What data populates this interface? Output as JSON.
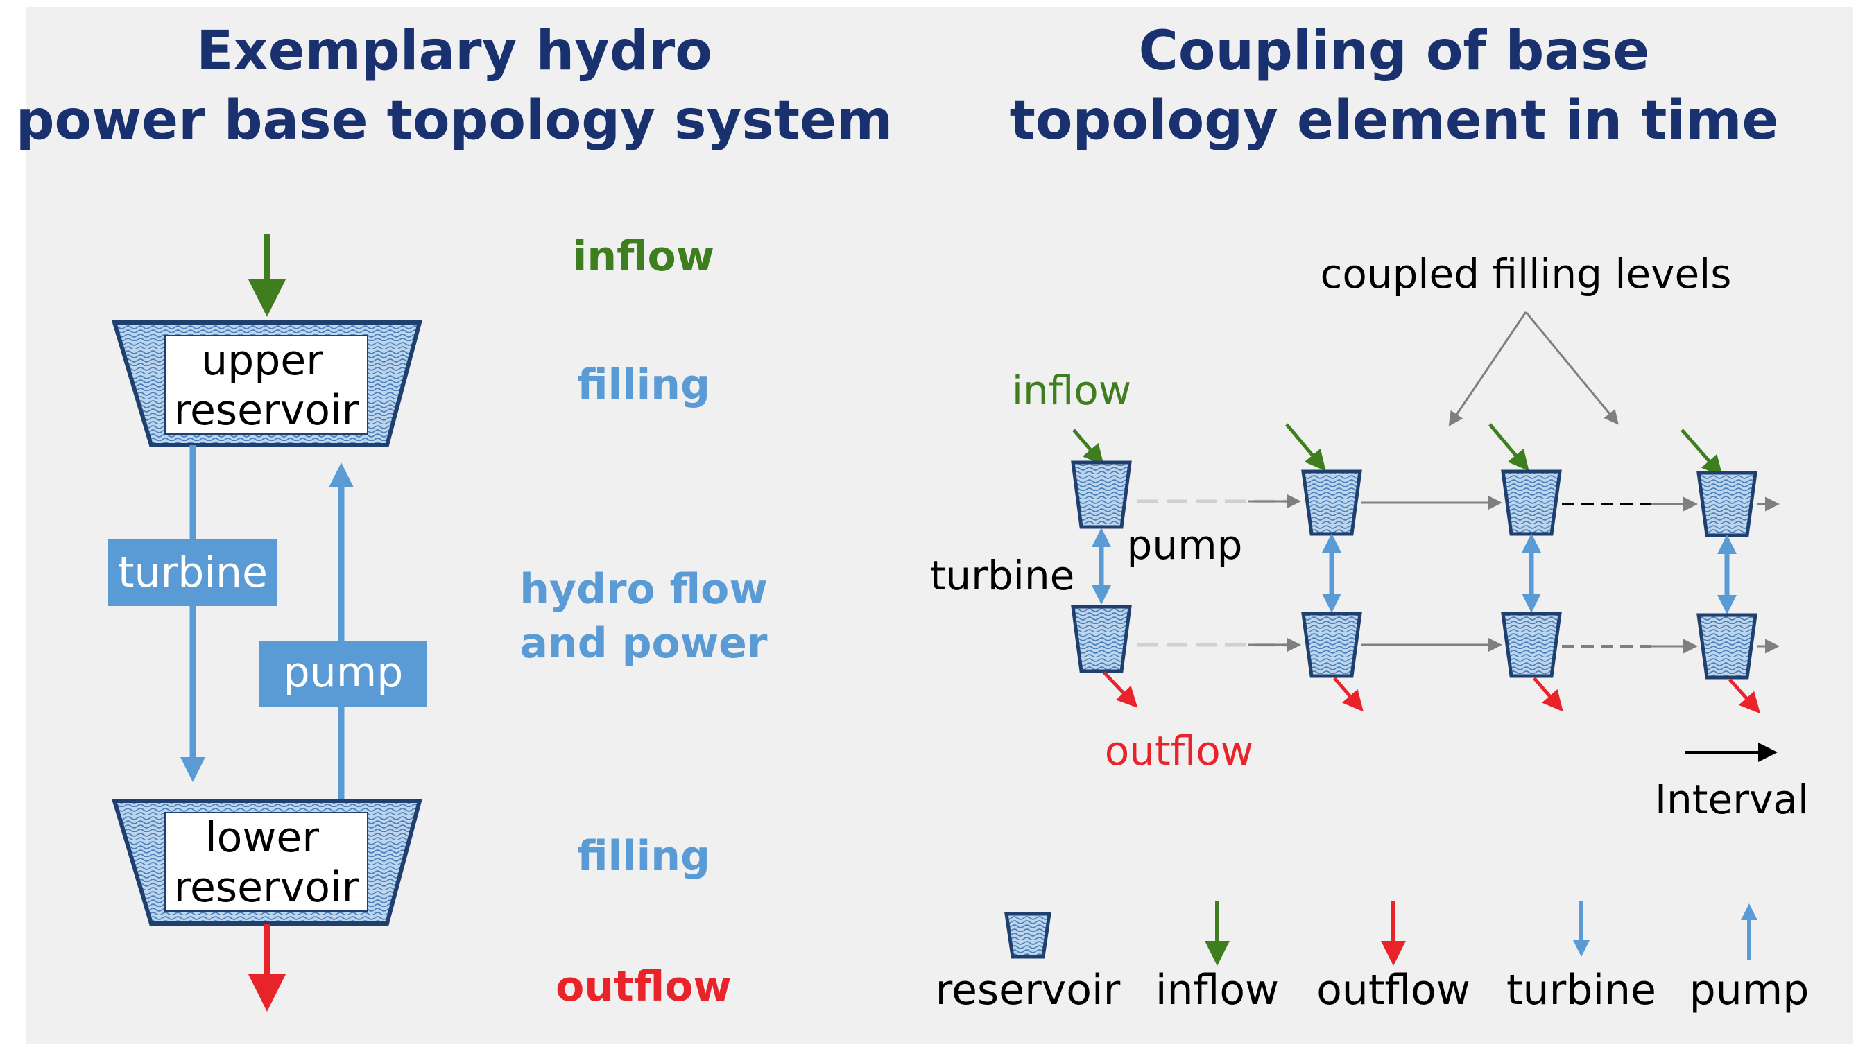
{
  "colors": {
    "background": "#f0f0f1",
    "title": "#1a3170",
    "blue": "#5b9bd5",
    "green": "#3e7e1e",
    "red": "#e8242a",
    "gray": "#7f7f7f",
    "reservoir_fill": "#bcd6ee",
    "reservoir_stroke": "#1f3f6e"
  },
  "left_panel": {
    "title_line1": "Exemplary hydro",
    "title_line2": "power base topology system",
    "upper_reservoir_line1": "upper",
    "upper_reservoir_line2": "reservoir",
    "lower_reservoir_line1": "lower",
    "lower_reservoir_line2": "reservoir",
    "turbine_label": "turbine",
    "pump_label": "pump",
    "annotation_inflow": "inflow",
    "annotation_filling_upper": "filling",
    "annotation_hydro_line1": "hydro flow",
    "annotation_hydro_line2": "and power",
    "annotation_filling_lower": "filling",
    "annotation_outflow": "outflow"
  },
  "right_panel": {
    "title_line1": "Coupling of base",
    "title_line2": "topology element in time",
    "coupled_label": "coupled filling levels",
    "inflow_label": "inflow",
    "pump_label": "pump",
    "turbine_label": "turbine",
    "outflow_label": "outflow",
    "interval_label": "Interval"
  },
  "legend": {
    "reservoir": "reservoir",
    "inflow": "inflow",
    "outflow": "outflow",
    "turbine": "turbine",
    "pump": "pump"
  }
}
